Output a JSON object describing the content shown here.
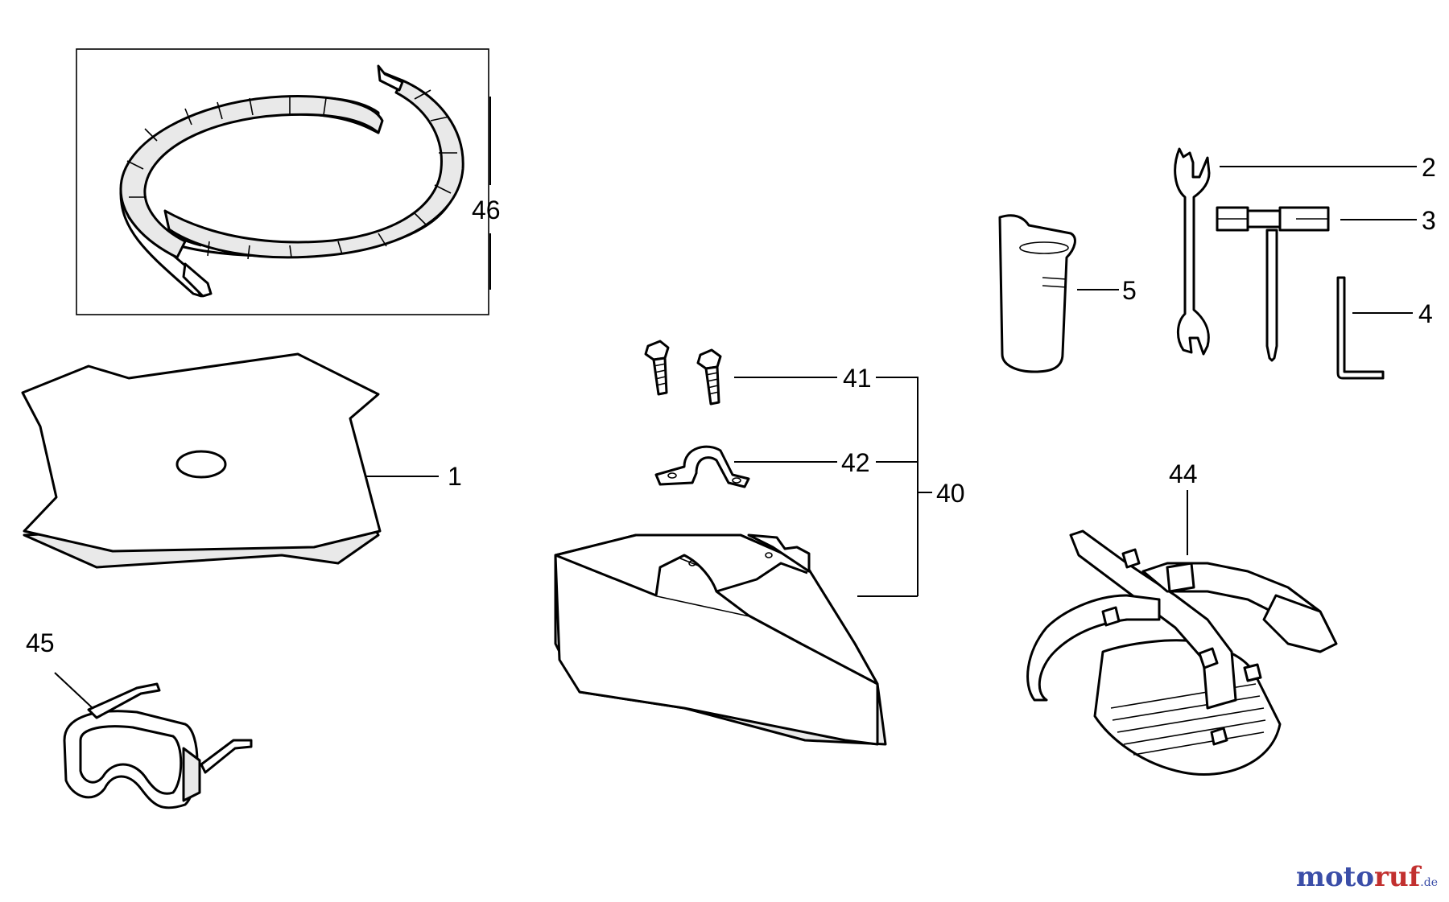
{
  "diagram": {
    "callouts": {
      "c1": "1",
      "c2": "2",
      "c3": "3",
      "c4": "4",
      "c5": "5",
      "c40": "40",
      "c41": "41",
      "c42": "42",
      "c44": "44",
      "c45": "45",
      "c46": "46"
    },
    "parts": [
      {
        "callout": "1",
        "icon": "four-tooth-blade-icon"
      },
      {
        "callout": "2",
        "icon": "open-end-wrench-icon"
      },
      {
        "callout": "3",
        "icon": "t-wrench-icon"
      },
      {
        "callout": "4",
        "icon": "hex-key-icon"
      },
      {
        "callout": "5",
        "icon": "mixing-bottle-icon"
      },
      {
        "callout": "40",
        "icon": "blade-guard-assembly-icon"
      },
      {
        "callout": "41",
        "icon": "bolt-icon"
      },
      {
        "callout": "42",
        "icon": "clamp-icon"
      },
      {
        "callout": "44",
        "icon": "harness-icon"
      },
      {
        "callout": "45",
        "icon": "safety-goggles-icon"
      },
      {
        "callout": "46",
        "icon": "blade-cover-icon"
      }
    ]
  },
  "watermark": {
    "brand_a": "moto",
    "brand_b": "ruf",
    "tld": ".de"
  }
}
